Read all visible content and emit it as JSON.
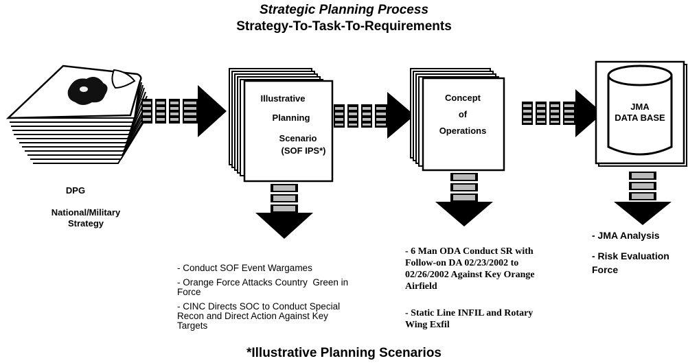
{
  "header": {
    "title": "Strategic Planning Process",
    "subtitle": "Strategy-To-Task-To-Requirements"
  },
  "dpg": {
    "label": "DPG",
    "caption_line1": "National/Military",
    "caption_line2": "Strategy"
  },
  "ips": {
    "line1": "Illustrative",
    "line2": "Planning",
    "line3": "Scenario",
    "line4": "(SOF IPS*)",
    "bullets": [
      "- Conduct SOF Event Wargames",
      "- Orange Force Attacks Country  Green in Force",
      "- CINC Directs SOC to Conduct Special Recon and Direct Action Against Key Targets"
    ]
  },
  "conops": {
    "line1": "Concept",
    "line2": "of",
    "line3": "Operations",
    "bullets": [
      "- 6 Man ODA Conduct SR with Follow-on DA 02/23/2002 to 02/26/2002 Against Key Orange Airfield",
      "- Static Line INFIL and Rotary Wing Exfil"
    ]
  },
  "jma": {
    "line1": "JMA",
    "line2": "DATA BASE",
    "bullets": [
      "- JMA Analysis",
      "- Risk Evaluation Force"
    ]
  },
  "footer": {
    "note": "*Illustrative Planning Scenarios"
  }
}
